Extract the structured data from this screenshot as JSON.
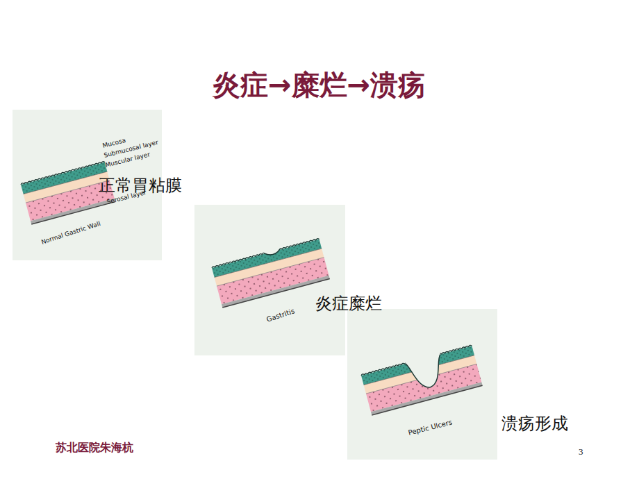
{
  "diagram": {
    "title": "炎症→糜烂→溃疡",
    "labels": [
      "Mucosa",
      "Submucosal layer",
      "Muscular layer",
      "Serosal layer",
      "Normal Gastric Wall",
      "正常胃粘膜",
      "Gastritis",
      "炎症糜烂",
      "Peptic Ulcers",
      "溃疡形成",
      "苏北医院朱海杭",
      "3"
    ]
  }
}
